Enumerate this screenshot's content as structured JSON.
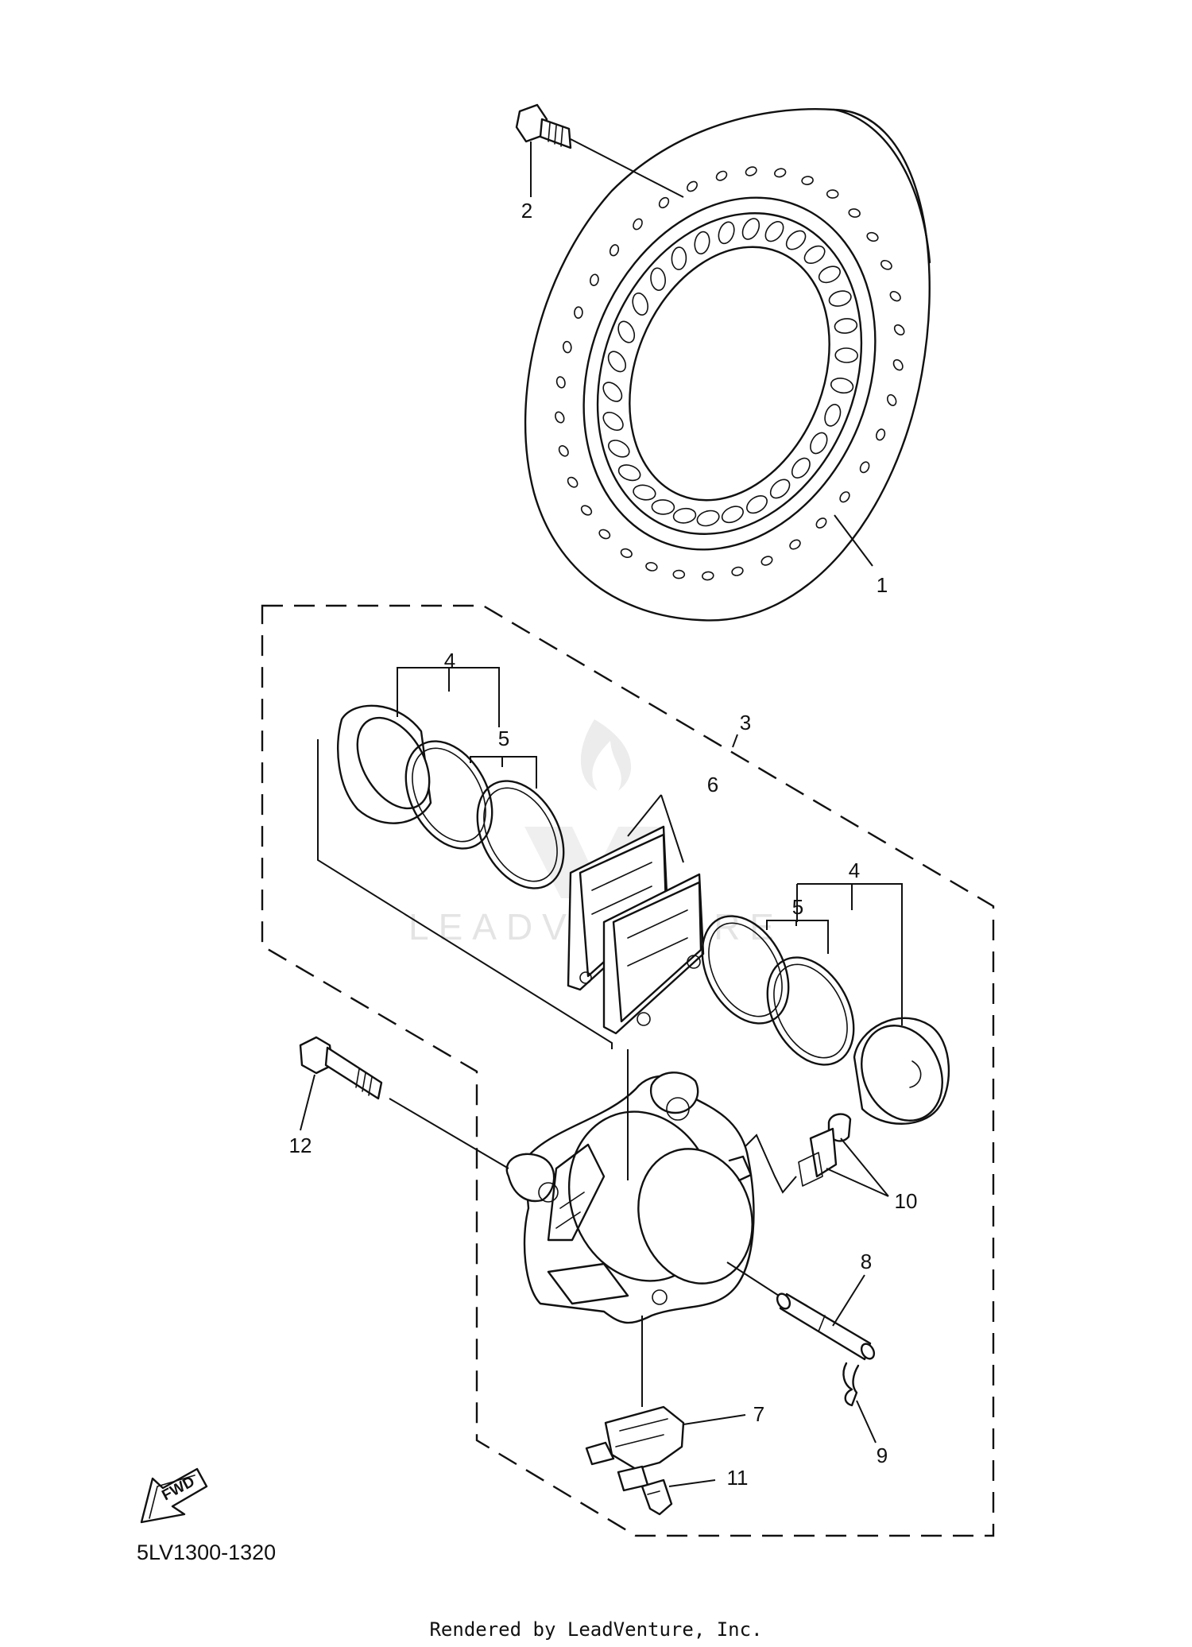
{
  "diagram": {
    "diagram_code": "5LV1300-1320",
    "footer": "Rendered by LeadVenture, Inc.",
    "watermark": "LEADVENTURE",
    "fwd_label": "FWD",
    "callouts": [
      {
        "id": "1",
        "label": "1"
      },
      {
        "id": "2",
        "label": "2"
      },
      {
        "id": "3",
        "label": "3"
      },
      {
        "id": "4a",
        "label": "4"
      },
      {
        "id": "5a",
        "label": "5"
      },
      {
        "id": "6",
        "label": "6"
      },
      {
        "id": "4b",
        "label": "4"
      },
      {
        "id": "5b",
        "label": "5"
      },
      {
        "id": "7",
        "label": "7"
      },
      {
        "id": "8",
        "label": "8"
      },
      {
        "id": "9",
        "label": "9"
      },
      {
        "id": "10",
        "label": "10"
      },
      {
        "id": "11",
        "label": "11"
      },
      {
        "id": "12",
        "label": "12"
      }
    ]
  }
}
